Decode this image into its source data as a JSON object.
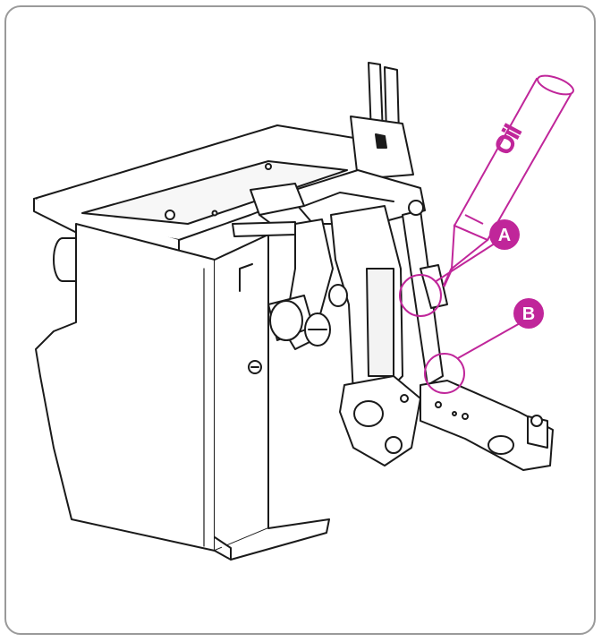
{
  "diagram": {
    "accent_color": "#c0269a",
    "line_color": "#1a1a1a",
    "frame_color": "#9a9a9a",
    "oil_label": "Oil",
    "callouts": [
      {
        "id": "A",
        "label": "A"
      },
      {
        "id": "B",
        "label": "B"
      }
    ]
  }
}
